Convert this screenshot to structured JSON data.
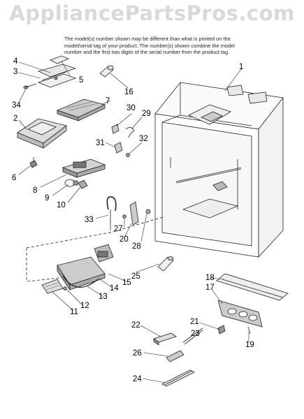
{
  "watermark": "AppliancePartsPros.com",
  "notice_lines": [
    "The model(s) number shown may be different than what is printed on the",
    "model/serial tag of your product. The number(s) shown combine the model",
    "number and the first two digits of the serial number from the product tag."
  ],
  "callouts": [
    "1",
    "2",
    "3",
    "4",
    "5",
    "6",
    "7",
    "8",
    "9",
    "10",
    "11",
    "12",
    "13",
    "14",
    "15",
    "16",
    "17",
    "18",
    "19",
    "20",
    "21",
    "22",
    "23",
    "24",
    "25",
    "26",
    "27",
    "28",
    "29",
    "30",
    "31",
    "32",
    "33",
    "34"
  ]
}
